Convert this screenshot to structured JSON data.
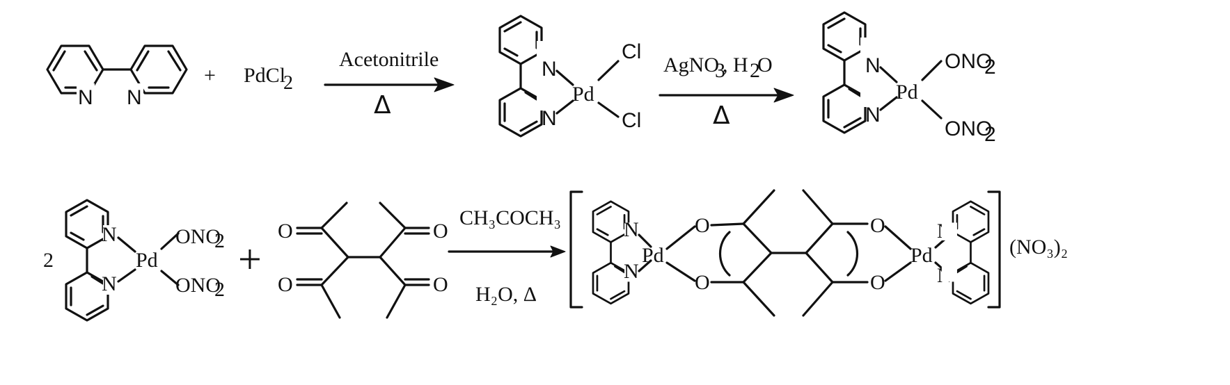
{
  "reaction1": {
    "plus": "+",
    "reagent": "PdCl",
    "reagent_sub": "2",
    "arrow_top": "Acetonitrile",
    "arrow_bottom": "Δ"
  },
  "reaction2": {
    "arrow_top_a": "AgNO",
    "arrow_top_a_sub": "3",
    "arrow_top_b": ", H",
    "arrow_top_b_sub": "2",
    "arrow_top_c": "O",
    "arrow_bottom": "Δ"
  },
  "reaction3": {
    "coefficient": "2",
    "plus": "+",
    "arrow_top": "CH₃COCH₃",
    "arrow_bottom": "H₂O,  Δ",
    "counter_ion": "(NO₃)₂"
  },
  "atoms": {
    "N": "N",
    "Pd": "Pd",
    "Cl": "Cl",
    "O": "O",
    "ONO": "ONO",
    "sub2": "2"
  }
}
